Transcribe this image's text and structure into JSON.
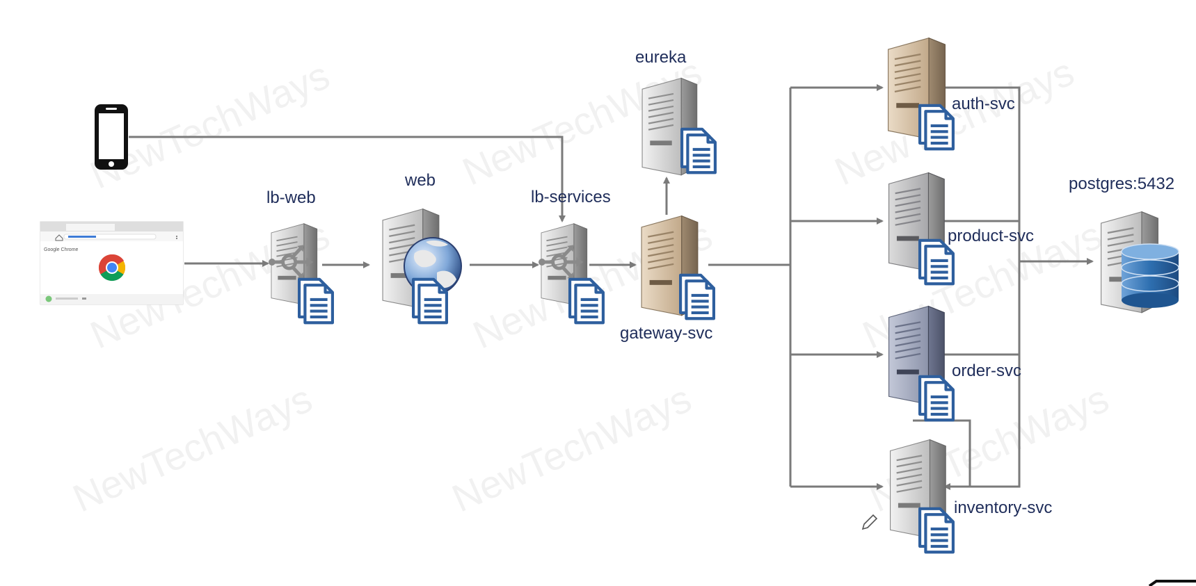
{
  "watermark": "NewTechWays",
  "browser": {
    "brand": "Google Chrome"
  },
  "nodes": {
    "lb_web": "lb-web",
    "web": "web",
    "lb_services": "lb-services",
    "eureka": "eureka",
    "gateway": "gateway-svc",
    "auth": "auth-svc",
    "product": "product-svc",
    "order": "order-svc",
    "inventory": "inventory-svc",
    "postgres": "postgres:5432"
  },
  "colors": {
    "arrow": "#7a7a7a",
    "label": "#1f2d5a",
    "doc_icon": "#2e5f9e",
    "server_grey": "#c8c8c8",
    "server_tan": "#c8b49a",
    "server_slate": "#8e96ad",
    "database": "#2e6fb0"
  },
  "icons": [
    "mobile-phone-icon",
    "browser-window-icon",
    "load-balancer-server-icon",
    "web-server-icon",
    "server-icon",
    "document-icon",
    "database-icon",
    "pencil-icon"
  ]
}
